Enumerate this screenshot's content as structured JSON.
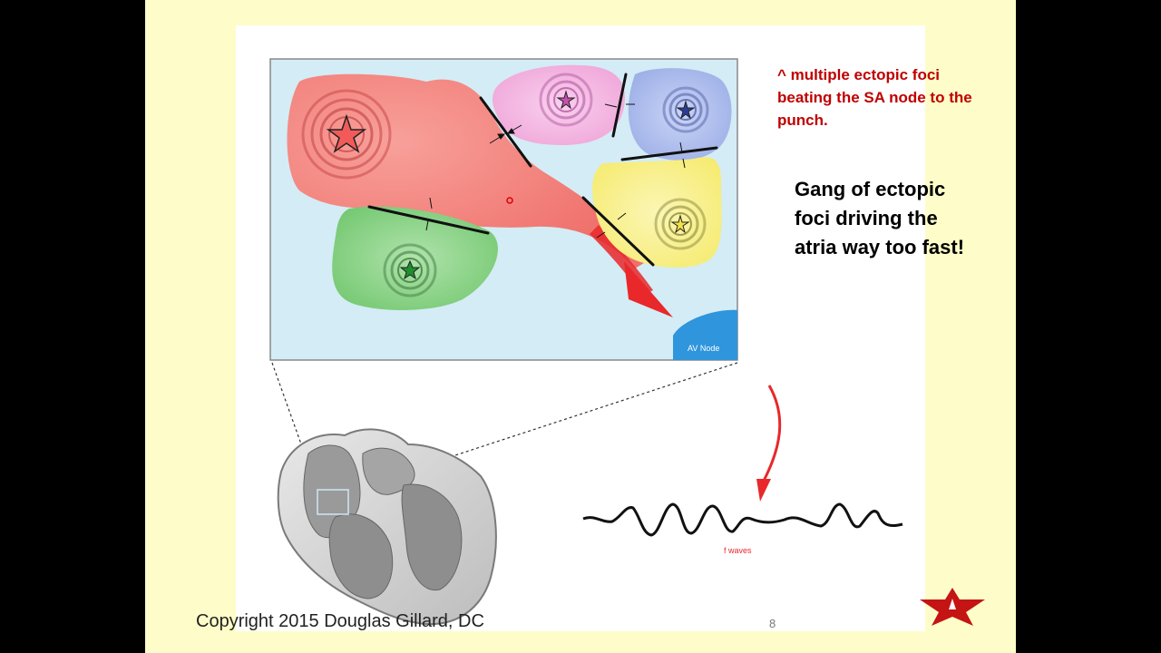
{
  "annotations": {
    "ectopic_note": "^ multiple ectopic foci beating the SA node to the punch.",
    "gang_note": "Gang of ectopic foci driving the atria way too fast!"
  },
  "diagram": {
    "av_node_label": "AV Node",
    "f_waves_label": "f waves"
  },
  "footer": {
    "copyright": "Copyright 2015 Douglas Gillard, DC",
    "page_number": "8"
  },
  "colors": {
    "slide_background": "#fefdc9",
    "atria_background": "#d4ecf5",
    "red_focus": "#f47f7a",
    "pink_focus": "#f3b0df",
    "blue_focus": "#a8b8ea",
    "yellow_focus": "#f8f08a",
    "green_focus": "#86d283",
    "arrow_red": "#e8282a",
    "av_node": "#2f95dc",
    "annotation_red": "#c00000",
    "logo_red": "#c41414"
  },
  "icons": [
    "star-icon",
    "red-arrow-icon",
    "heart-illustration",
    "logo-star-icon"
  ]
}
